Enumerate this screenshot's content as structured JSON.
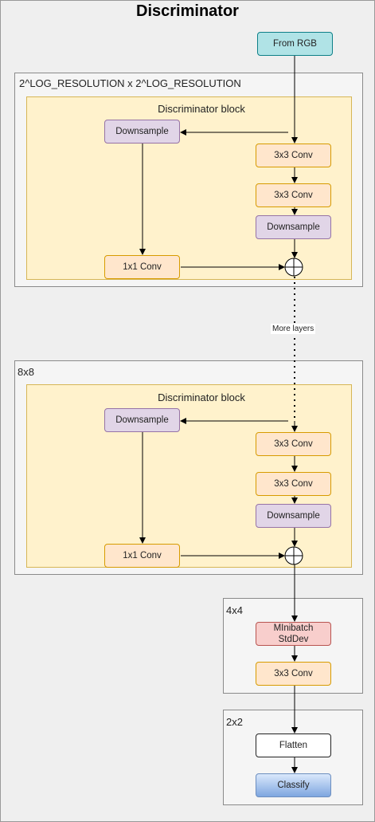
{
  "title": "Discriminator",
  "input": {
    "label": "From RGB"
  },
  "sections": {
    "top": {
      "label": "2^LOG_RESOLUTION x 2^LOG_RESOLUTION"
    },
    "mid": {
      "label": "8x8"
    },
    "four": {
      "label": "4x4"
    },
    "two": {
      "label": "2x2"
    }
  },
  "blocks": {
    "top": {
      "title": "Discriminator block",
      "downsample_skip": "Downsample",
      "conv1": "3x3 Conv",
      "conv2": "3x3 Conv",
      "downsample": "Downsample",
      "conv_1x1": "1x1 Conv"
    },
    "mid": {
      "title": "Discriminator block",
      "downsample_skip": "Downsample",
      "conv1": "3x3 Conv",
      "conv2": "3x3 Conv",
      "downsample": "Downsample",
      "conv_1x1": "1x1 Conv"
    }
  },
  "more_layers": "More layers",
  "four_nodes": {
    "minibatch_stddev": "MInibatch\nStdDev",
    "conv": "3x3 Conv"
  },
  "two_nodes": {
    "flatten": "Flatten",
    "classify": "Classify"
  }
}
